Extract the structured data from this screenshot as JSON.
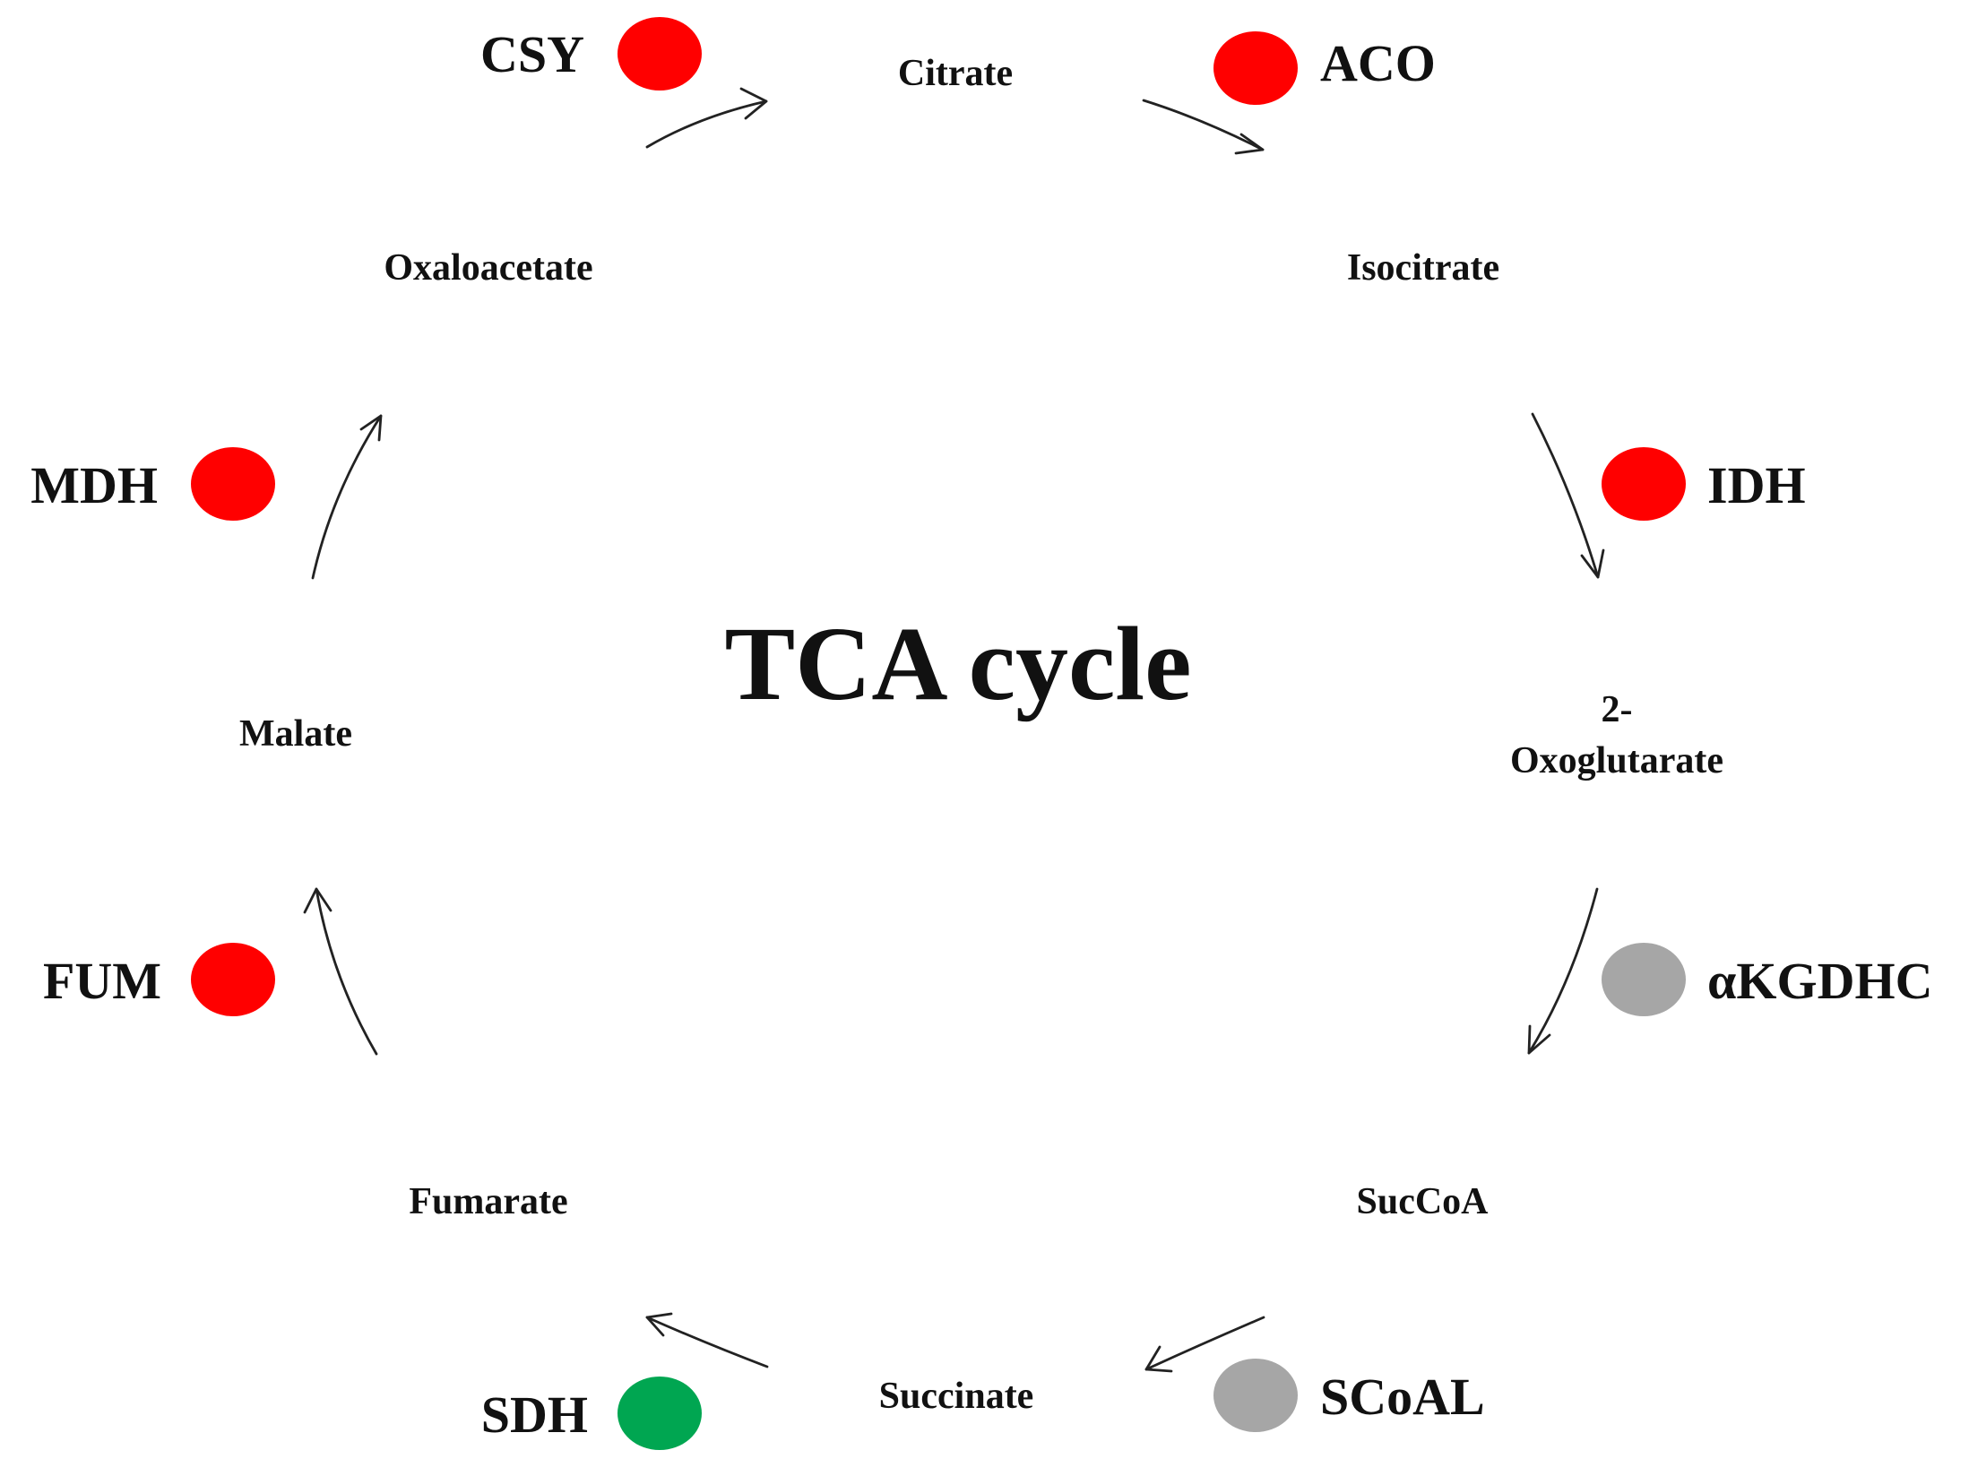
{
  "diagram": {
    "title": "TCA cycle",
    "colors": {
      "red": "#ff0000",
      "green": "#00a651",
      "gray": "#a6a6a6"
    },
    "metabolites": [
      {
        "id": "citrate",
        "label": "Citrate"
      },
      {
        "id": "isocitrate",
        "label": "Isocitrate"
      },
      {
        "id": "oxoglutarate",
        "label_line1": "2-",
        "label_line2": "Oxoglutarate"
      },
      {
        "id": "succoa",
        "label": "SucCoA"
      },
      {
        "id": "succinate",
        "label": "Succinate"
      },
      {
        "id": "fumarate",
        "label": "Fumarate"
      },
      {
        "id": "malate",
        "label": "Malate"
      },
      {
        "id": "oxaloacetate",
        "label": "Oxaloacetate"
      }
    ],
    "enzymes": [
      {
        "id": "csy",
        "label": "CSY",
        "status_color": "red"
      },
      {
        "id": "aco",
        "label": "ACO",
        "status_color": "red"
      },
      {
        "id": "idh",
        "label": "IDH",
        "status_color": "red"
      },
      {
        "id": "akgdhc",
        "label": "αKGDHC",
        "status_color": "gray"
      },
      {
        "id": "scoal",
        "label": "SCoAL",
        "status_color": "gray"
      },
      {
        "id": "sdh",
        "label": "SDH",
        "status_color": "green"
      },
      {
        "id": "fum",
        "label": "FUM",
        "status_color": "red"
      },
      {
        "id": "mdh",
        "label": "MDH",
        "status_color": "red"
      }
    ]
  }
}
